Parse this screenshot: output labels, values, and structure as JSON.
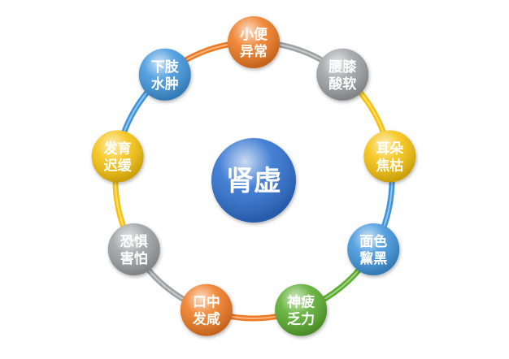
{
  "center": {
    "label": "肾虚",
    "color": "#2f6fcf"
  },
  "nodes": [
    {
      "line1": "小便",
      "line2": "异常",
      "color": "#ef7a22"
    },
    {
      "line1": "腰膝",
      "line2": "酸软",
      "color": "#9ea0a2"
    },
    {
      "line1": "耳朵",
      "line2": "焦枯",
      "color": "#f6c20c"
    },
    {
      "line1": "面色",
      "line2": "黧黑",
      "color": "#3f95dc"
    },
    {
      "line1": "神疲",
      "line2": "乏力",
      "color": "#5aac2f"
    },
    {
      "line1": "口中",
      "line2": "发咸",
      "color": "#ef7a22"
    },
    {
      "line1": "恐惧",
      "line2": "害怕",
      "color": "#9ea0a2"
    },
    {
      "line1": "发育",
      "line2": "迟缓",
      "color": "#f6c20c"
    },
    {
      "line1": "下肢",
      "line2": "水肿",
      "color": "#3f95dc"
    }
  ]
}
